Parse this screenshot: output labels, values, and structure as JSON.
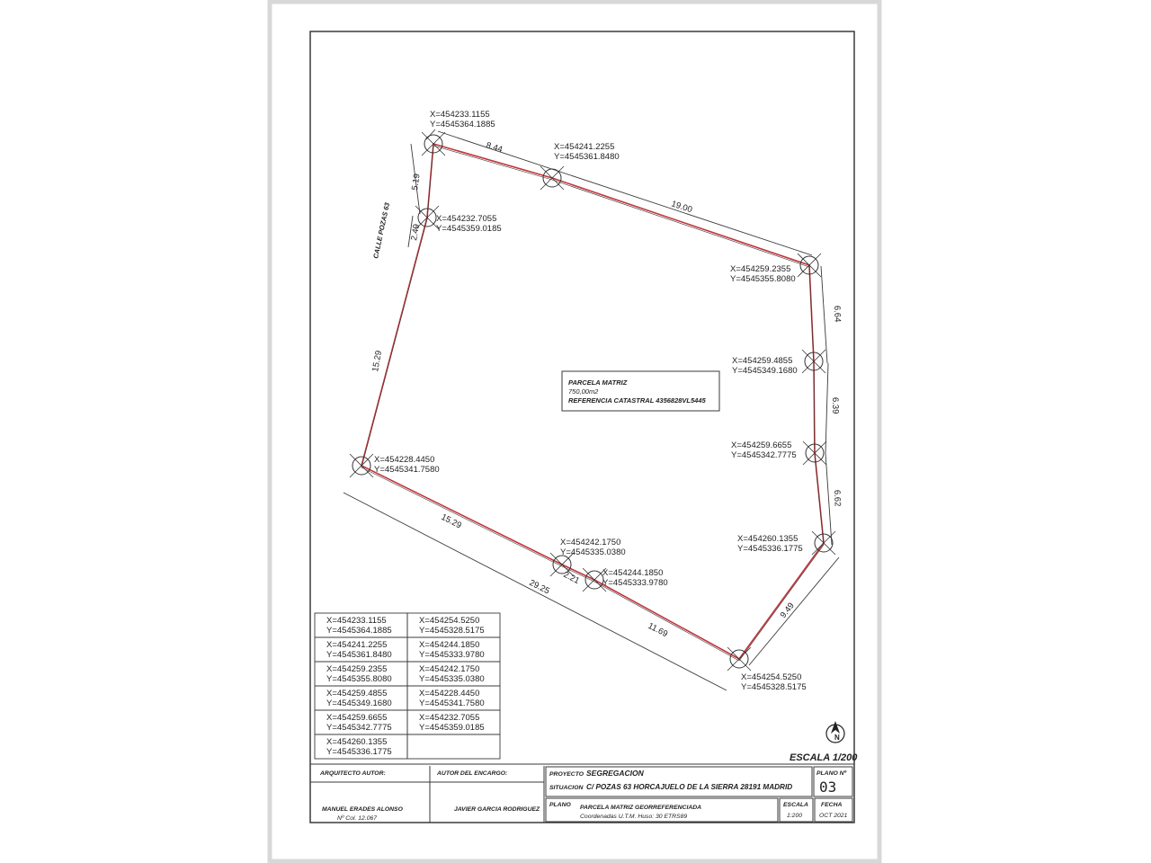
{
  "plan": {
    "parcel": {
      "title": "PARCELA MATRIZ",
      "area": "750,00m2",
      "cadastral": "REFERENCIA CATASTRAL 4356828VL5445"
    },
    "street_label": "CALLE POZAS 63",
    "vertices": [
      {
        "x": "X=454233.1155",
        "y": "Y=4545364.1885"
      },
      {
        "x": "X=454241.2255",
        "y": "Y=4545361.8480"
      },
      {
        "x": "X=454259.2355",
        "y": "Y=4545355.8080"
      },
      {
        "x": "X=454259.4855",
        "y": "Y=4545349.1680"
      },
      {
        "x": "X=454259.6655",
        "y": "Y=4545342.7775"
      },
      {
        "x": "X=454260.1355",
        "y": "Y=4545336.1775"
      },
      {
        "x": "X=454254.5250",
        "y": "Y=4545328.5175"
      },
      {
        "x": "X=454244.1850",
        "y": "Y=4545333.9780"
      },
      {
        "x": "X=454242.1750",
        "y": "Y=4545335.0380"
      },
      {
        "x": "X=454228.4450",
        "y": "Y=4545341.7580"
      },
      {
        "x": "X=454232.7055",
        "y": "Y=4545359.0185"
      }
    ],
    "dimensions": [
      "8.44",
      "19.00",
      "6.64",
      "6.39",
      "6.62",
      "9.49",
      "11.69",
      "2.21",
      "15.29",
      "15.29",
      "2.49",
      "5.19",
      "29.25"
    ],
    "north": "N",
    "scale": "ESCALA 1/200"
  },
  "coord_table": [
    [
      {
        "x": "X=454233.1155",
        "y": "Y=4545364.1885"
      },
      {
        "x": "X=454254.5250",
        "y": "Y=4545328.5175"
      }
    ],
    [
      {
        "x": "X=454241.2255",
        "y": "Y=4545361.8480"
      },
      {
        "x": "X=454244.1850",
        "y": "Y=4545333.9780"
      }
    ],
    [
      {
        "x": "X=454259.2355",
        "y": "Y=4545355.8080"
      },
      {
        "x": "X=454242.1750",
        "y": "Y=4545335.0380"
      }
    ],
    [
      {
        "x": "X=454259.4855",
        "y": "Y=4545349.1680"
      },
      {
        "x": "X=454228.4450",
        "y": "Y=4545341.7580"
      }
    ],
    [
      {
        "x": "X=454259.6655",
        "y": "Y=4545342.7775"
      },
      {
        "x": "X=454232.7055",
        "y": "Y=4545359.0185"
      }
    ],
    [
      {
        "x": "X=454260.1355",
        "y": "Y=4545336.1775"
      },
      null
    ]
  ],
  "title_block": {
    "architect_label": "ARQUITECTO AUTOR:",
    "architect_name": "MANUEL ERADES ALONSO",
    "architect_col": "Nº Col. 12.067",
    "client_label": "AUTOR DEL ENCARGO:",
    "client_name": "JAVIER GARCIA RODRIGUEZ",
    "project_label": "PROYECTO",
    "project_value": "SEGREGACION",
    "situation_label": "SITUACION",
    "situation_value": "C/ POZAS 63 HORCAJUELO DE LA SIERRA 28191 MADRID",
    "plan_no_label": "PLANO Nº",
    "plan_no_value": "03",
    "plano_label": "PLANO",
    "plano_value": "PARCELA MATRIZ GEORREFERENCIADA",
    "coords_note": "Coordenadas U.T.M. Huso: 30 ETRS89",
    "scale_label": "ESCALA",
    "scale_value": "1:200",
    "date_label": "FECHA",
    "date_value": "OCT 2021"
  },
  "colors": {
    "boundary": "#c4343a",
    "line": "#3a3a3a",
    "frame": "#d8d8d8"
  }
}
